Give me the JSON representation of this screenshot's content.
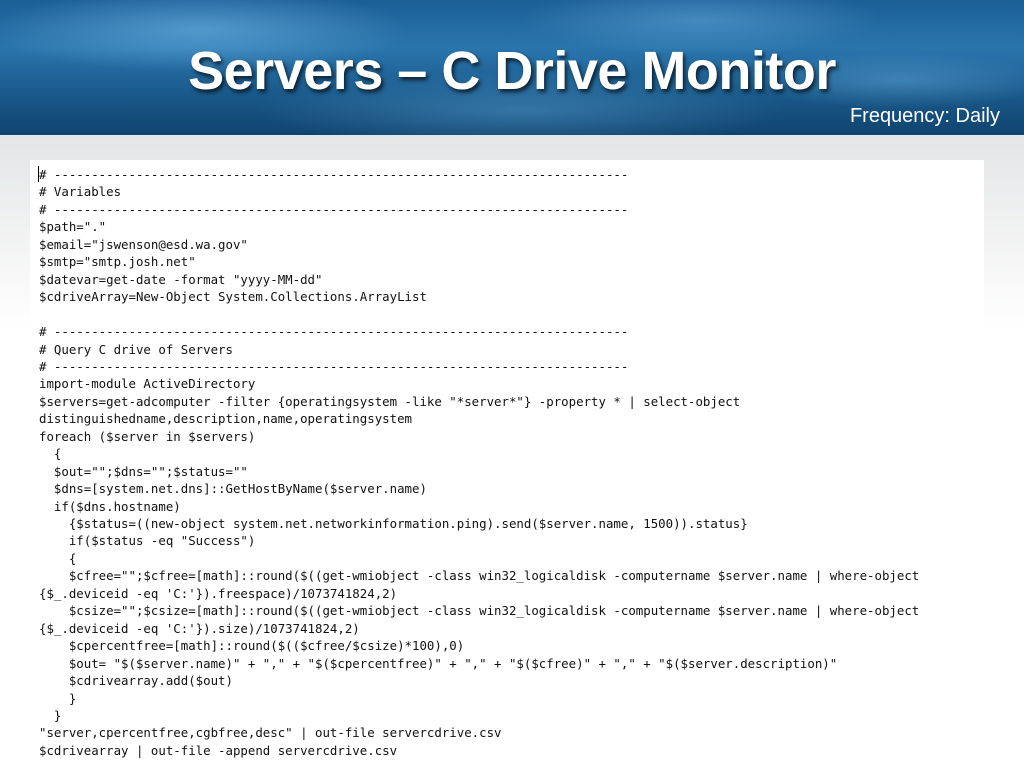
{
  "slide": {
    "title": "Servers – C Drive Monitor",
    "subtitle": "Frequency: Daily"
  },
  "code": {
    "lines": [
      "# -----------------------------------------------------------------------------",
      "# Variables",
      "# -----------------------------------------------------------------------------",
      "$path=\".\"",
      "$email=\"jswenson@esd.wa.gov\"",
      "$smtp=\"smtp.josh.net\"",
      "$datevar=get-date -format \"yyyy-MM-dd\"",
      "$cdriveArray=New-Object System.Collections.ArrayList",
      "",
      "# -----------------------------------------------------------------------------",
      "# Query C drive of Servers",
      "# -----------------------------------------------------------------------------",
      "import-module ActiveDirectory",
      "$servers=get-adcomputer -filter {operatingsystem -like \"*server*\"} -property * | select-object",
      "distinguishedname,description,name,operatingsystem",
      "foreach ($server in $servers)",
      "  {",
      "  $out=\"\";$dns=\"\";$status=\"\"",
      "  $dns=[system.net.dns]::GetHostByName($server.name)",
      "  if($dns.hostname)",
      "    {$status=((new-object system.net.networkinformation.ping).send($server.name, 1500)).status}",
      "    if($status -eq \"Success\")",
      "    {",
      "    $cfree=\"\";$cfree=[math]::round($((get-wmiobject -class win32_logicaldisk -computername $server.name | where-object",
      "{$_.deviceid -eq 'C:'}).freespace)/1073741824,2)",
      "    $csize=\"\";$csize=[math]::round($((get-wmiobject -class win32_logicaldisk -computername $server.name | where-object",
      "{$_.deviceid -eq 'C:'}).size)/1073741824,2)",
      "    $cpercentfree=[math]::round($(($cfree/$csize)*100),0)",
      "    $out= \"$($server.name)\" + \",\" + \"$($cpercentfree)\" + \",\" + \"$($cfree)\" + \",\" + \"$($server.description)\"",
      "    $cdrivearray.add($out)",
      "    }",
      "  }",
      "\"server,cpercentfree,cgbfree,desc\" | out-file servercdrive.csv",
      "$cdrivearray | out-file -append servercdrive.csv"
    ]
  }
}
